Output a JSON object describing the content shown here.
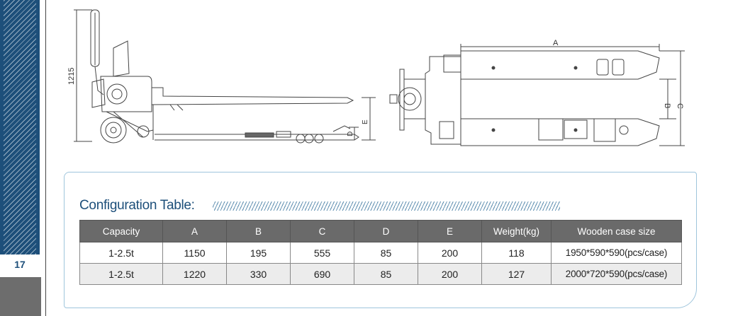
{
  "page": {
    "number": "17"
  },
  "drawing": {
    "side_view": {
      "height_label": "1215",
      "dim_d": "D",
      "dim_e": "E"
    },
    "top_view": {
      "dim_a": "A",
      "dim_b": "B",
      "dim_c": "C"
    }
  },
  "config_table": {
    "title": "Configuration Table:",
    "headers": [
      "Capacity",
      "A",
      "B",
      "C",
      "D",
      "E",
      "Weight(kg)",
      "Wooden case size"
    ],
    "rows": [
      [
        "1-2.5t",
        "1150",
        "195",
        "555",
        "85",
        "200",
        "118",
        "1950*590*590(pcs/case)"
      ],
      [
        "1-2.5t",
        "1220",
        "330",
        "690",
        "85",
        "200",
        "127",
        "2000*720*590(pcs/case)"
      ]
    ]
  },
  "colors": {
    "accent": "#1d4f7a",
    "header_bg": "#6a6a6a",
    "panel_border": "#9fc5dc"
  }
}
